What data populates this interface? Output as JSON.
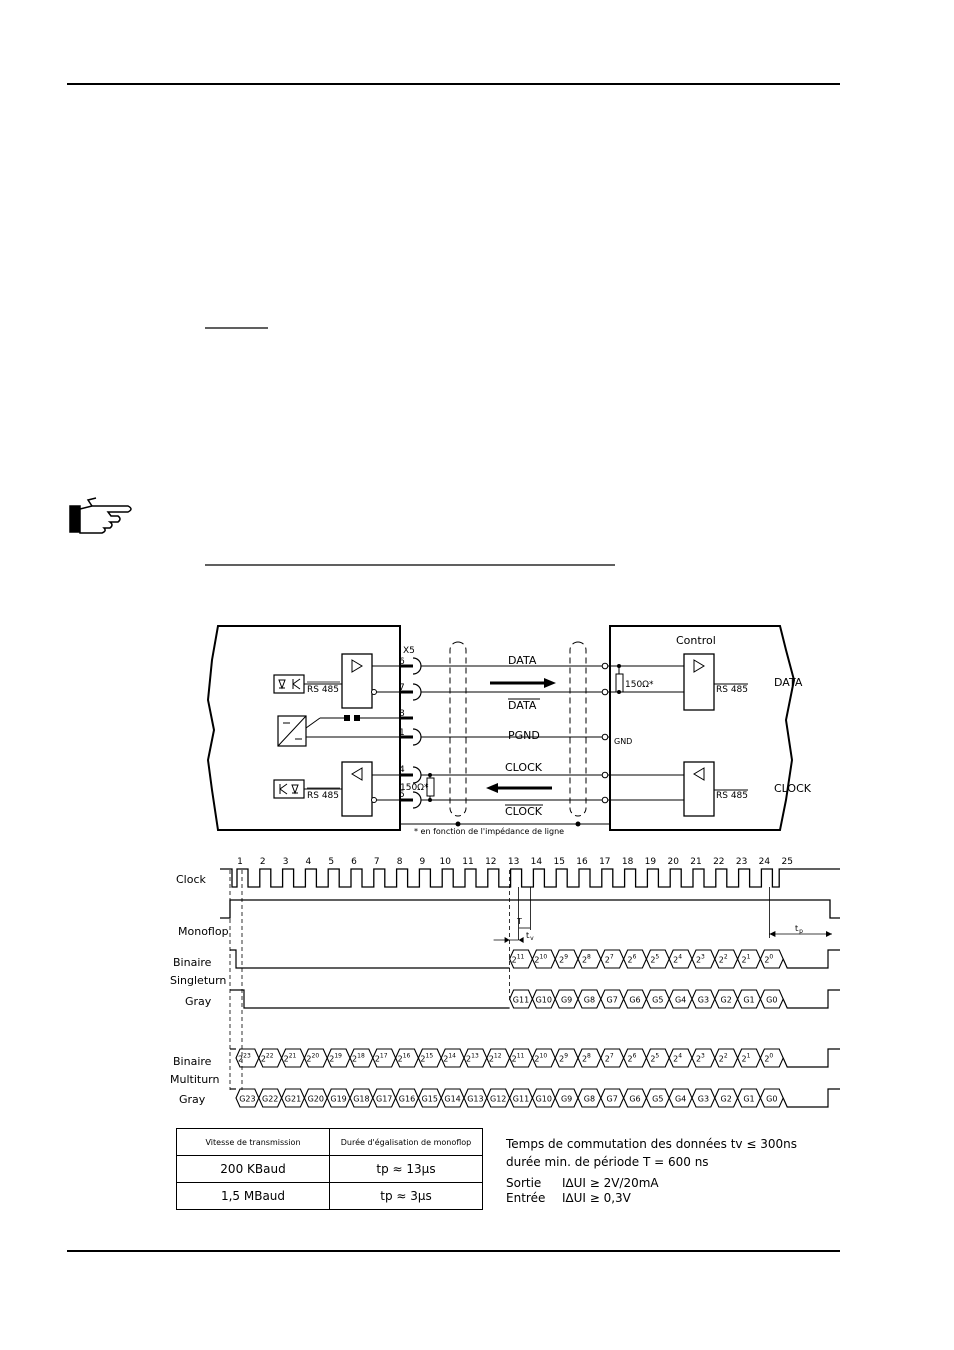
{
  "schematic": {
    "connector": "X5",
    "pins": [
      "6",
      "7",
      "8",
      "1",
      "4",
      "5"
    ],
    "left_rs485_top": "RS 485",
    "left_rs485_bottom": "RS 485",
    "right_rs485_top": "RS 485",
    "right_rs485_bottom": "RS 485",
    "control_label": "Control",
    "line_data": "DATA",
    "line_data_bar": "DATA",
    "line_pgnd": "PGND",
    "line_clock": "CLOCK",
    "line_clock_bar": "CLOCK",
    "res_left": "150Ω*",
    "res_right": "150Ω*",
    "gnd": "GND",
    "right_data": "DATA",
    "right_clock": "CLOCK",
    "footnote": "* en fonction de l'impédance de ligne"
  },
  "timing": {
    "clock_numbers": [
      "1",
      "2",
      "3",
      "4",
      "5",
      "6",
      "7",
      "8",
      "9",
      "10",
      "11",
      "12",
      "13",
      "14",
      "15",
      "16",
      "17",
      "18",
      "19",
      "20",
      "21",
      "22",
      "23",
      "24",
      "25"
    ],
    "row_labels": {
      "clock": "Clock",
      "monoflop": "Monoflop",
      "binaire1": "Binaire",
      "singleturn": "Singleturn",
      "gray1": "Gray",
      "binaire2": "Binaire",
      "multiturn": "Multiturn",
      "gray2": "Gray"
    },
    "t_label": "T",
    "tv_label": "tv",
    "tp_label": "tp",
    "binary_exponents_single": [
      "11",
      "10",
      "9",
      "8",
      "7",
      "6",
      "5",
      "4",
      "3",
      "2",
      "1",
      "0"
    ],
    "gray_single": [
      "G11",
      "G10",
      "G9",
      "G8",
      "G7",
      "G6",
      "G5",
      "G4",
      "G3",
      "G2",
      "G1",
      "G0"
    ],
    "binary_exponents_multi": [
      "23",
      "22",
      "21",
      "20",
      "19",
      "18",
      "17",
      "16",
      "15",
      "14",
      "13",
      "12",
      "11",
      "10",
      "9",
      "8",
      "7",
      "6",
      "5",
      "4",
      "3",
      "2",
      "1",
      "0"
    ],
    "gray_multi": [
      "G23",
      "G22",
      "G21",
      "G20",
      "G19",
      "G18",
      "G17",
      "G16",
      "G15",
      "G14",
      "G13",
      "G12",
      "G11",
      "G10",
      "G9",
      "G8",
      "G7",
      "G6",
      "G5",
      "G4",
      "G3",
      "G2",
      "G1",
      "G0"
    ]
  },
  "table": {
    "header_col1": "Vitesse de transmission",
    "header_col2": "Durée d'égalisation de monoflop",
    "rows": [
      {
        "speed": "200 KBaud",
        "duration": "tp ≈ 13µs"
      },
      {
        "speed": "1,5 MBaud",
        "duration": "tp ≈ 3µs"
      }
    ]
  },
  "specs": {
    "line1": "Temps de commutation des données   tv  ≤  300ns",
    "line2": "durée min. de période T = 600 ns",
    "sortie_label": "Sortie",
    "sortie_value": "I∆UI  ≥  2V/20mA",
    "entree_label": "Entrée",
    "entree_value": "I∆UI  ≥  0,3V"
  }
}
